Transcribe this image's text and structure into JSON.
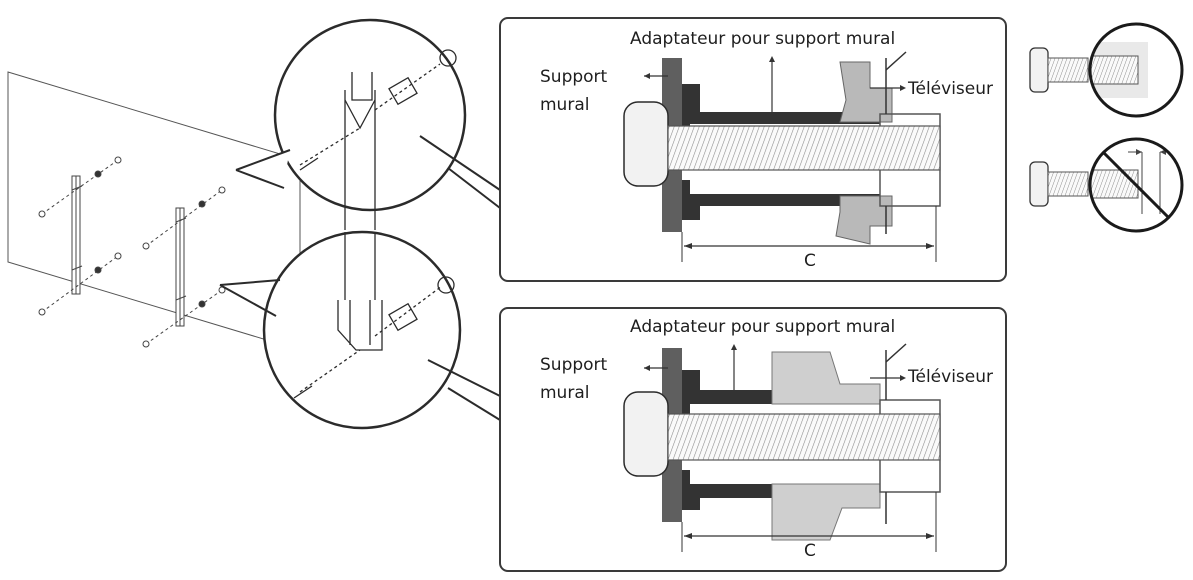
{
  "colors": {
    "line": "#2b2b2b",
    "wall": "#5f5f5f",
    "adapter": "#333333",
    "tv_part": "#b9b9b9",
    "tv_part_light": "#cfcfcf",
    "screw_fill": "#f2f2f2"
  },
  "panels": [
    {
      "id": "top",
      "adapter_label": "Adaptateur pour support mural",
      "wall_label_line1": "Support",
      "wall_label_line2": "mural",
      "tv_label": "Téléviseur",
      "dimension_label": "C"
    },
    {
      "id": "bottom",
      "adapter_label": "Adaptateur pour support mural",
      "wall_label_line1": "Support",
      "wall_label_line2": "mural",
      "tv_label": "Téléviseur",
      "dimension_label": "C"
    }
  ],
  "icons": {
    "left_scene": "tv-back-bracket-mounting-icon",
    "zoom_top": "bracket-zoom-top-icon",
    "zoom_bottom": "bracket-zoom-bottom-icon",
    "screw_ok": "screw-fully-threaded-icon",
    "screw_bad": "screw-prohibited-icon"
  }
}
